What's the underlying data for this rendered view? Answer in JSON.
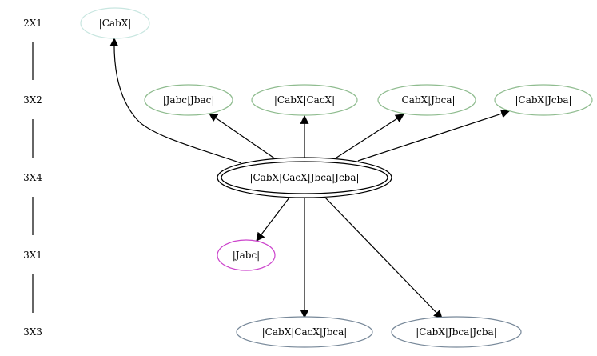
{
  "ranks": [
    {
      "id": "r1",
      "label": "2X1"
    },
    {
      "id": "r2",
      "label": "3X2"
    },
    {
      "id": "r3",
      "label": "3X4"
    },
    {
      "id": "r4",
      "label": "3X1"
    },
    {
      "id": "r5",
      "label": "3X3"
    }
  ],
  "nodes": [
    {
      "id": "n-cabx",
      "label": "|CabX|",
      "color": "#c8e6e0"
    },
    {
      "id": "n-jabc-jbac",
      "label": "|Jabc|Jbac|",
      "color": "#8fbc8f"
    },
    {
      "id": "n-cabx-cacx",
      "label": "|CabX|CacX|",
      "color": "#8fbc8f"
    },
    {
      "id": "n-cabx-jbca",
      "label": "|CabX|Jbca|",
      "color": "#8fbc8f"
    },
    {
      "id": "n-cabx-jcba",
      "label": "|CabX|Jcba|",
      "color": "#8fbc8f"
    },
    {
      "id": "n-root",
      "label": "|CabX|CacX|Jbca|Jcba|",
      "color": "#000000"
    },
    {
      "id": "n-jabc",
      "label": "|Jabc|",
      "color": "#cc44cc"
    },
    {
      "id": "n-cabx-cacx-jbca",
      "label": "|CabX|CacX|Jbca|",
      "color": "#778899"
    },
    {
      "id": "n-cabx-jbca-jcba",
      "label": "|CabX|Jbca|Jcba|",
      "color": "#778899"
    }
  ],
  "edges": [
    {
      "from": "n-root",
      "to": "n-cabx"
    },
    {
      "from": "n-root",
      "to": "n-jabc-jbac"
    },
    {
      "from": "n-root",
      "to": "n-cabx-cacx"
    },
    {
      "from": "n-root",
      "to": "n-cabx-jbca"
    },
    {
      "from": "n-root",
      "to": "n-cabx-jcba"
    },
    {
      "from": "n-root",
      "to": "n-jabc"
    },
    {
      "from": "n-root",
      "to": "n-cabx-cacx-jbca"
    },
    {
      "from": "n-root",
      "to": "n-cabx-jbca-jcba"
    }
  ]
}
